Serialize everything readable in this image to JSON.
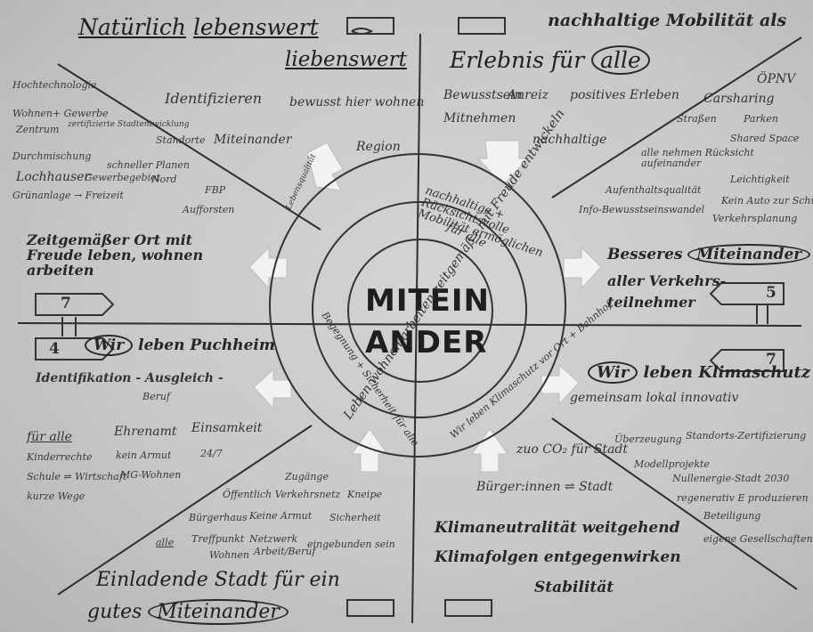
{
  "center": {
    "line1": "MITEIN",
    "line2": "ANDER"
  },
  "top_left": {
    "title_word1": "Natürlich",
    "title_word2": "lebenswert",
    "subtitle": "liebenswert",
    "notes": [
      "Hochtechnologie",
      "Wohnen+ Gewerbe",
      "Zentrum",
      "zertifizierte Stadtentwicklung",
      "Standorte",
      "Durchmischung",
      "Lochhauser",
      "Gewerbegebiet",
      "schneller Planen",
      "Nord",
      "FBP",
      "Grünanlage → Freizeit",
      "Aufforsten",
      "Identifizieren",
      "bewusst hier wohnen",
      "Miteinander",
      "Region"
    ],
    "side": "Zeitgemäßer Ort mit Freude leben, wohnen arbeiten",
    "ring_text": "Leben wohnen arbeiten zeitgemäß - mit Freude entwickeln",
    "small_ring": "Lebensqualität"
  },
  "top_right": {
    "title": "nachhaltige Mobilität als",
    "subtitle_pre": "Erlebnis für",
    "subtitle_oval": "alle",
    "notes": [
      "ÖPNV",
      "Carsharing",
      "Straßen",
      "Parken",
      "Shared Space",
      "alle nehmen Rücksicht aufeinander",
      "Leichtigkeit",
      "Aufenthaltsqualität",
      "Kein Auto zur Schule",
      "Info-Bewusstseinswandel",
      "Verkehrsplanung",
      "Bewusstsein",
      "Anreiz",
      "positives Erleben",
      "Mitnehmen",
      "nachhaltige"
    ],
    "side_pre": "Besseres",
    "side_oval": "Miteinander",
    "side_rest": [
      "aller Verkehrs-",
      "teilnehmer"
    ],
    "ring_text": "nachhaltige + Rücksichtsvolle Mobilität ermöglichen",
    "ring_small": "für alle"
  },
  "bottom_left": {
    "side_oval": "Wir",
    "side_rest": "leben Puchheim",
    "notes": [
      "Identifikation - Ausgleich -",
      "Beruf",
      "für alle",
      "Ehrenamt",
      "Einsamkeit",
      "Kinderrechte",
      "kein Armut",
      "24/7",
      "Schule ⇌ Wirtschaft",
      "MG-Wohnen",
      "kurze Wege",
      "Zugänge",
      "Öffentlich Verkehrsnetz",
      "Kneipe",
      "Bürgerhaus",
      "Keine Armut",
      "Sicherheit",
      "alle",
      "Treffpunkt",
      "Netzwerk",
      "eingebunden sein",
      "Wohnen",
      "Arbeit/Beruf"
    ],
    "title_line1": "Einladende Stadt für ein",
    "title_pre": "gutes",
    "title_oval": "Miteinander",
    "ring_text": "Begegnung + Sicherheit für alle"
  },
  "bottom_right": {
    "side_oval": "Wir",
    "side_rest": "leben Klimaschutz",
    "side_line2": "gemeinsam lokal innovativ",
    "notes": [
      "Überzeugung",
      "Standorts-Zertifizierung",
      "Modellprojekte",
      "Nullenergie-Stadt 2030",
      "regenerativ E produzieren",
      "Beteiligung",
      "eigene Gesellschaften",
      "Bürger:innen ⇌ Stadt",
      "zuo CO₂ für Stadt"
    ],
    "title_lines": [
      "Klimaneutralität weitgehend",
      "Klimafolgen entgegenwirken",
      "Stabilität"
    ],
    "ring_text": "Wir leben Klimaschutz vor Ort + Bahnhof"
  },
  "signs": {
    "left_top": "7",
    "left_bottom": "4",
    "right_top": "5",
    "right_bottom": "7"
  }
}
